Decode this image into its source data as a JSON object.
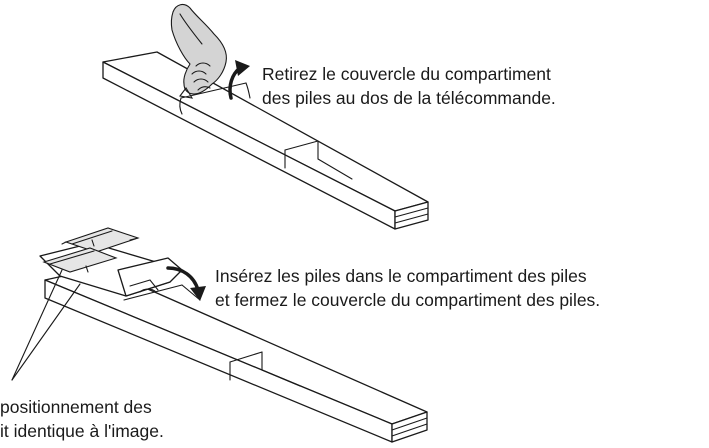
{
  "steps": [
    {
      "caption_lines": [
        "Retirez le couvercle du compartiment",
        "des piles au dos de la télécommande."
      ]
    },
    {
      "caption_lines": [
        "Insérez les piles dans le compartiment des piles",
        "et fermez le couvercle du compartiment des piles."
      ]
    }
  ],
  "note_lines": [
    "positionnement des",
    "it identique à l'image."
  ],
  "colors": {
    "line": "#1a1a1a",
    "hand_fill": "#d4d4d4",
    "battery_fill": "#e6e6e6",
    "background": "#ffffff"
  },
  "icons": [
    "hand-icon",
    "curved-arrow-icon",
    "battery-icon",
    "remote-control-icon"
  ]
}
